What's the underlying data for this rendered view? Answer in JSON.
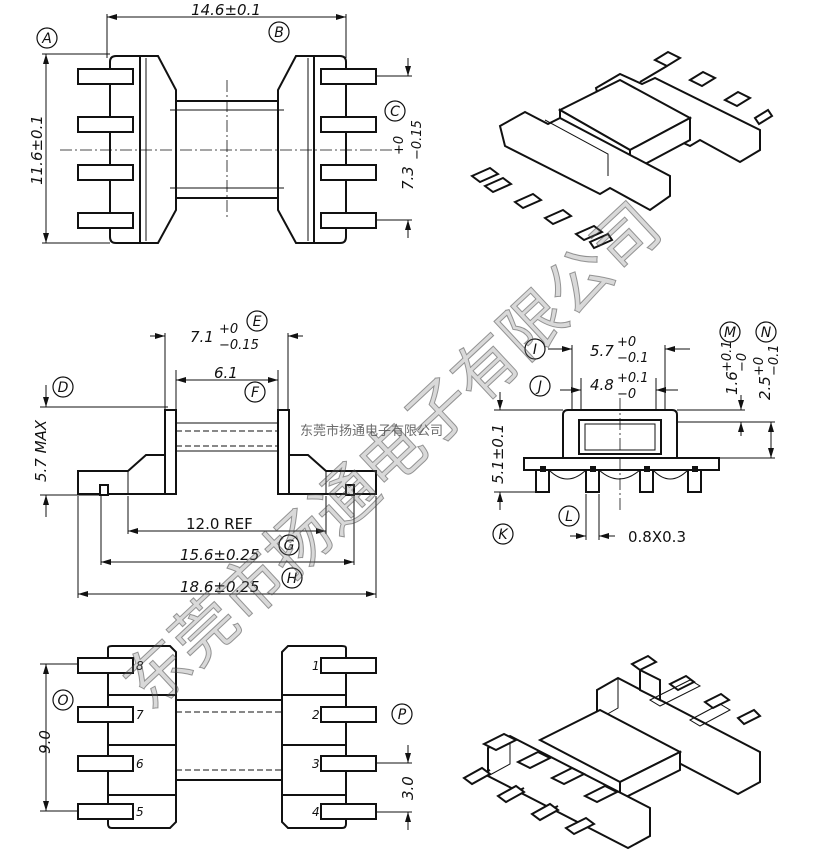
{
  "watermark": {
    "large": "东莞市扬通电子有限公司",
    "small": "东莞市扬通电子有限公司"
  },
  "dimensions": {
    "top_width": "14.6±0.1",
    "top_height": "11.6±0.1",
    "pin_span_main": "7.3",
    "pin_span_tol_top": "+0",
    "pin_span_tol_bottom": "−0.15",
    "flange_main": "7.1",
    "flange_tol_top": "+0",
    "flange_tol_bottom": "−0.15",
    "inner_width": "6.1",
    "height_max": "5.7 MAX",
    "ref_length": "12.0 REF",
    "len_156": "15.6±0.25",
    "len_186": "18.6±0.25",
    "slot_outer_main": "5.7",
    "slot_outer_tol_top": "+0",
    "slot_outer_tol_bottom": "−0.1",
    "slot_inner_main": "4.8",
    "slot_inner_tol_top": "+0.1",
    "slot_inner_tol_bottom": "−0",
    "m_main": "1.6",
    "m_tol_top": "+0.1",
    "m_tol_bottom": "−0",
    "n_main": "2.5",
    "n_tol_top": "+0",
    "n_tol_bottom": "−0.1",
    "side_height": "5.1±0.1",
    "pin_size": "0.8X0.3",
    "bottom_height": "9.0",
    "pin_pitch": "3.0"
  },
  "callouts": [
    "A",
    "B",
    "C",
    "D",
    "E",
    "F",
    "G",
    "H",
    "I",
    "J",
    "K",
    "L",
    "M",
    "N",
    "O",
    "P"
  ],
  "pins": [
    "1",
    "2",
    "3",
    "4",
    "5",
    "6",
    "7",
    "8"
  ]
}
